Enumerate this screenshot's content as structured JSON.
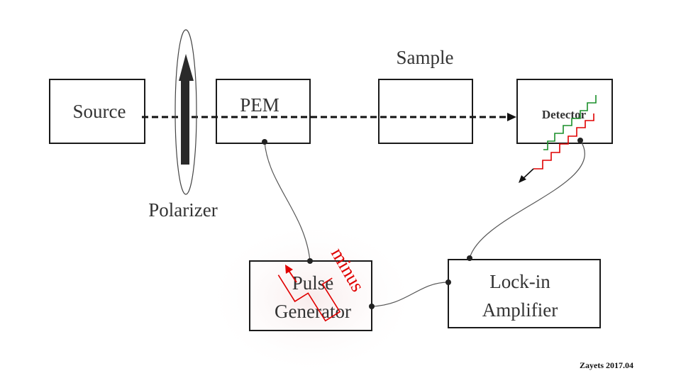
{
  "blocks": {
    "source": "Source",
    "pem": "PEM",
    "sample": "Sample",
    "detector": "Detector",
    "pulse_generator_line1": "Pulse",
    "pulse_generator_line2": "Generator",
    "lockin_line1": "Lock-in",
    "lockin_line2": "Amplifier"
  },
  "labels": {
    "polarizer": "Polarizer",
    "minus": "minus",
    "credit": "Zayets 2017.04"
  },
  "colors": {
    "outline": "#1a1a1a",
    "text": "#333333",
    "red_signal": "#e00000",
    "green_signal": "#1a8f2a"
  }
}
